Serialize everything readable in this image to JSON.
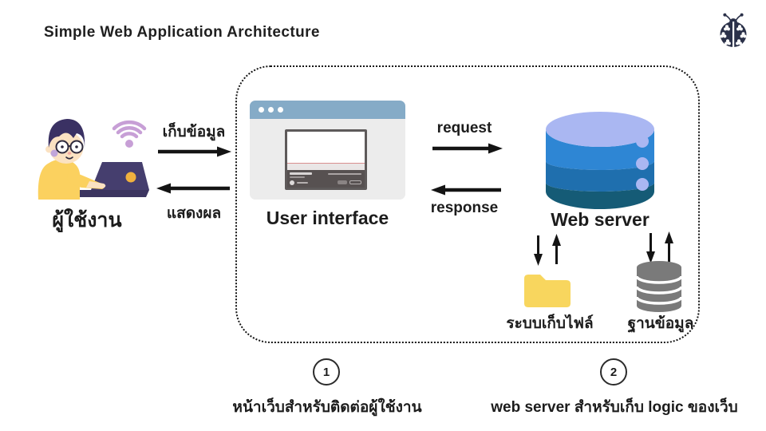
{
  "header": {
    "title": "Simple Web Application Architecture"
  },
  "logo": {
    "name": "ladybug"
  },
  "actor": {
    "label": "ผู้ใช้งาน"
  },
  "user_flows": {
    "send": "เก็บข้อมูล",
    "receive": "แสดงผล"
  },
  "server_flows": {
    "send": "request",
    "receive": "response"
  },
  "components": {
    "ui": {
      "label": "User interface"
    },
    "web_server": {
      "label": "Web server"
    },
    "file_storage": {
      "label": "ระบบเก็บไฟล์"
    },
    "database": {
      "label": "ฐานข้อมูล"
    }
  },
  "notes": [
    {
      "number": "1",
      "text": "หน้าเว็บสำหรับติดต่อผู้ใช้งาน"
    },
    {
      "number": "2",
      "text": "web server สำหรับเก็บ logic ของเว็บ"
    }
  ],
  "colors": {
    "ink": "#141414",
    "browser_bar": "#85abc7",
    "server_top": "#aab7f2",
    "server_band1": "#2e86d4",
    "server_band2": "#1f6fae",
    "server_band3": "#155b76",
    "folder_yellow": "#f8d65e",
    "db_gray": "#7a7a7a",
    "wifi_purple": "#c79fd6",
    "hair_purple": "#3a3163",
    "shirt_yellow": "#fbd15f",
    "skin": "#fbe2c2"
  }
}
